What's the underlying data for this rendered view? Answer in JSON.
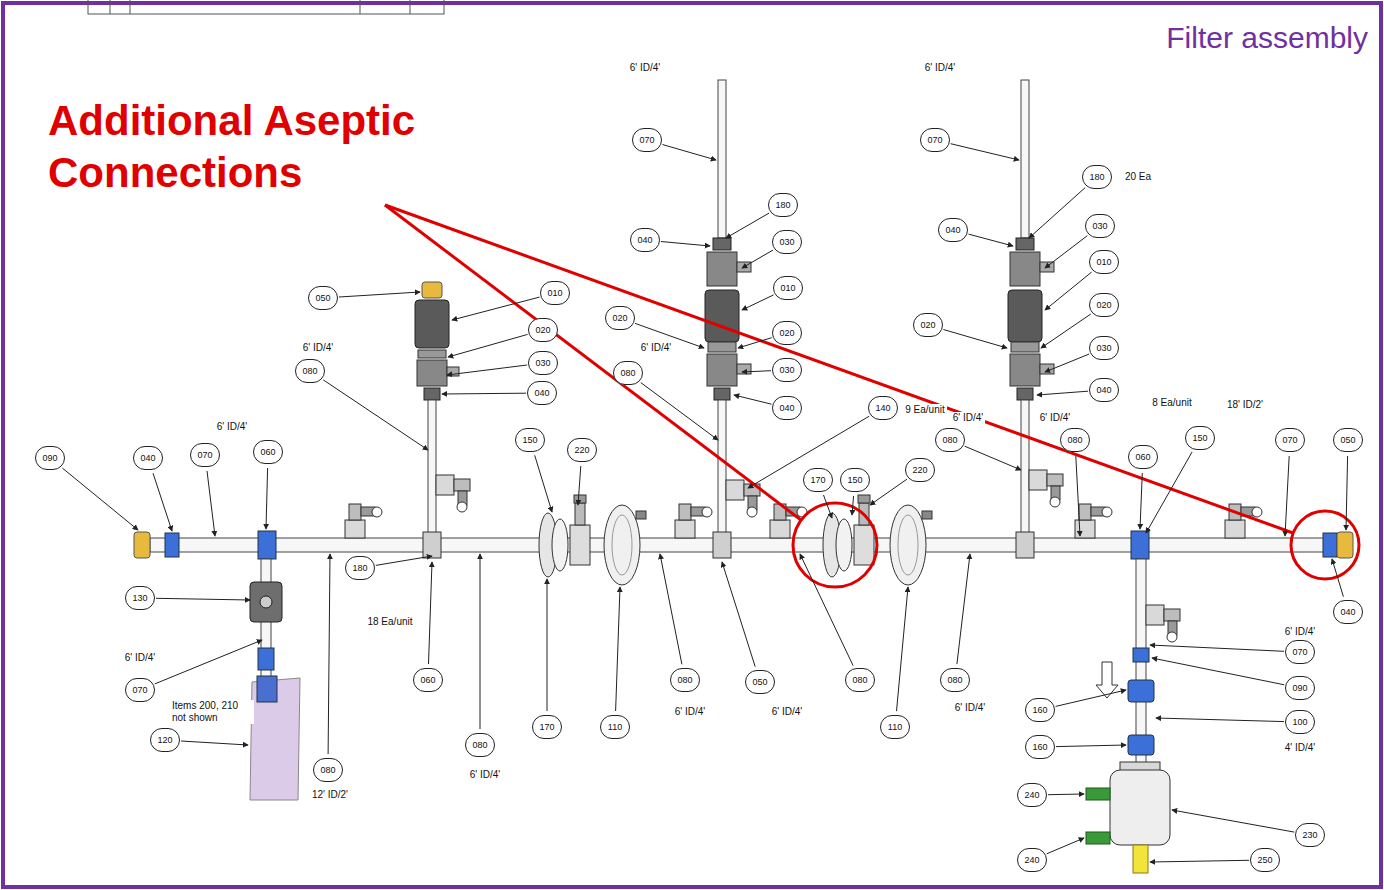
{
  "diagram": {
    "title": "Filter assembly",
    "labels": [
      "Additional Aseptic Connections",
      "6' ID/4'",
      "6' ID/4'",
      "070",
      "070",
      "180",
      "20 Ea",
      "180",
      "030",
      "040",
      "030",
      "040",
      "010",
      "010",
      "010",
      "050",
      "020",
      "020",
      "020",
      "020",
      "020",
      "6' ID/4'",
      "6' ID/4'",
      "030",
      "030",
      "030",
      "080",
      "080",
      "040",
      "040",
      "040",
      "140",
      "9 Ea/unit",
      "8 Ea/unit",
      "18' ID/2'",
      "6' ID/4'",
      "6' ID/4'",
      "6' ID/4'",
      "080",
      "080",
      "150",
      "220",
      "150",
      "070",
      "050",
      "060",
      "070",
      "040",
      "090",
      "060",
      "220",
      "170",
      "150",
      "180",
      "130",
      "040",
      "18 Ea/unit",
      "6' ID/4'",
      "070",
      "6' ID/4'",
      "060",
      "080",
      "050",
      "080",
      "080",
      "090",
      "070",
      "160",
      "6' ID/4'",
      "6' ID/4'",
      "6' ID/4'",
      "Items 200, 210 not shown",
      "100",
      "170",
      "110",
      "110",
      "120",
      "080",
      "160",
      "4' ID/4'",
      "6' ID/4'",
      "080",
      "240",
      "12' ID/2'",
      "230",
      "240",
      "250"
    ]
  }
}
